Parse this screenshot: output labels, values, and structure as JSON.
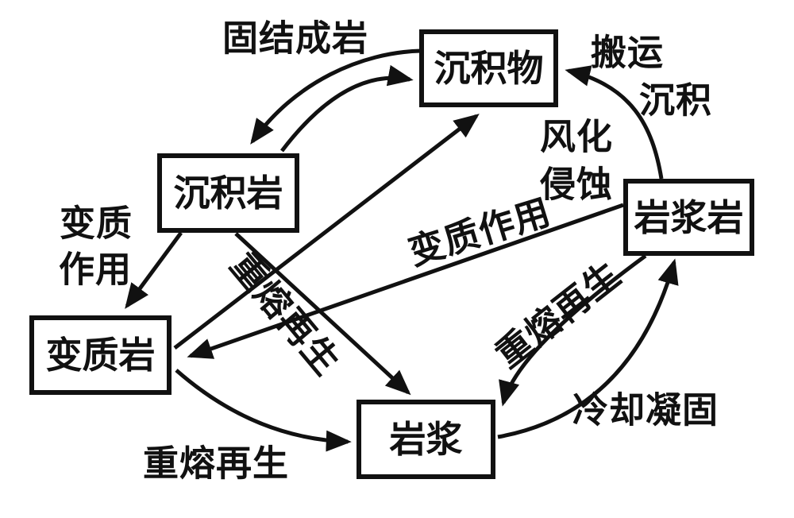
{
  "diagram": {
    "type": "flow-diagram",
    "subject": "rock-cycle",
    "background": "#ffffff",
    "line_color": "#111111",
    "boxes": [
      {
        "id": "sediment",
        "label": "沉积物"
      },
      {
        "id": "sedimentary-rock",
        "label": "沉积岩"
      },
      {
        "id": "igneous-rock",
        "label": "岩浆岩"
      },
      {
        "id": "metamorphic-rock",
        "label": "变质岩"
      },
      {
        "id": "magma",
        "label": "岩浆"
      }
    ],
    "labels": [
      {
        "id": "consolidation",
        "text": "固结成岩"
      },
      {
        "id": "transport",
        "text": "搬运"
      },
      {
        "id": "deposition",
        "text": "沉积"
      },
      {
        "id": "weathering",
        "text": "风化"
      },
      {
        "id": "erosion",
        "text": "侵蚀"
      },
      {
        "id": "metamorphism-line1",
        "text": "变质"
      },
      {
        "id": "metamorphism-line2",
        "text": "作用"
      },
      {
        "id": "metamorphism-diagonal",
        "text": "变质作用"
      },
      {
        "id": "remelting-upper",
        "text": "重熔再生"
      },
      {
        "id": "remelting-right",
        "text": "重熔再生"
      },
      {
        "id": "remelting-bottom",
        "text": "重熔再生"
      },
      {
        "id": "cooling-solidification",
        "text": "冷却凝固"
      }
    ],
    "arrows": [
      {
        "id": "sediment-to-sedimentary",
        "from": "沉积物",
        "to": "沉积岩",
        "process": "固结成岩"
      },
      {
        "id": "sedimentary-to-sediment",
        "from": "沉积岩",
        "to": "沉积物",
        "process": ""
      },
      {
        "id": "metamorphic-to-sediment",
        "from": "变质岩",
        "to": "沉积物",
        "process": ""
      },
      {
        "id": "igneous-to-sediment",
        "from": "岩浆岩",
        "to": "沉积物",
        "process": "风化 侵蚀 搬运 沉积"
      },
      {
        "id": "sedimentary-to-metamorphic",
        "from": "沉积岩",
        "to": "变质岩",
        "process": "变质作用"
      },
      {
        "id": "igneous-to-metamorphic",
        "from": "岩浆岩",
        "to": "变质岩",
        "process": "变质作用"
      },
      {
        "id": "sedimentary-to-magma",
        "from": "沉积岩",
        "to": "岩浆",
        "process": "重熔再生"
      },
      {
        "id": "metamorphic-to-magma",
        "from": "变质岩",
        "to": "岩浆",
        "process": "重熔再生"
      },
      {
        "id": "igneous-to-magma",
        "from": "岩浆岩",
        "to": "岩浆",
        "process": "重熔再生"
      },
      {
        "id": "magma-to-igneous",
        "from": "岩浆",
        "to": "岩浆岩",
        "process": "冷却凝固"
      }
    ]
  }
}
